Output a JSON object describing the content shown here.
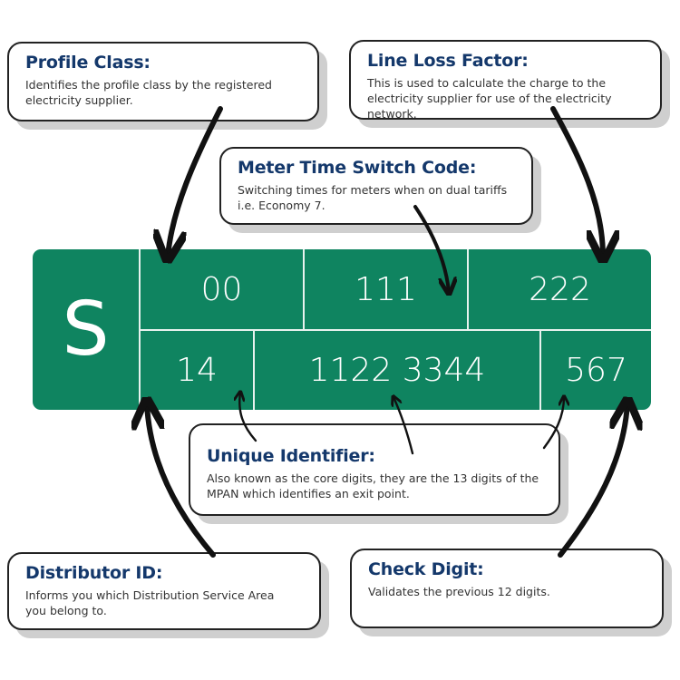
{
  "mpan": {
    "supplementary_letter": "S",
    "top_row": [
      "00",
      "111",
      "222"
    ],
    "bottom_row": [
      "14",
      "1122 3344",
      "567"
    ],
    "fill_color": "#0f8460"
  },
  "cards": {
    "profile_class": {
      "title": "Profile Class:",
      "description": "Identifies the profile class by the registered electricity supplier."
    },
    "line_loss_factor": {
      "title": "Line Loss Factor:",
      "description": "This is used to calculate the charge to the electricity supplier for use of the electricity network."
    },
    "meter_time_switch": {
      "title": "Meter Time Switch Code:",
      "description": "Switching times for meters when on dual tariffs i.e. Economy 7."
    },
    "unique_identifier": {
      "title": "Unique Identifier:",
      "description": "Also known as the core digits, they are the 13 digits of the MPAN which identifies an exit point."
    },
    "distributor_id": {
      "title": "Distributor ID:",
      "description": "Informs you which Distribution Service Area you belong to."
    },
    "check_digit": {
      "title": "Check Digit:",
      "description": "Validates the previous 12 digits."
    }
  },
  "colors": {
    "title_navy": "#14386b",
    "card_shadow": "#cfcfcf",
    "arrow": "#111111"
  }
}
